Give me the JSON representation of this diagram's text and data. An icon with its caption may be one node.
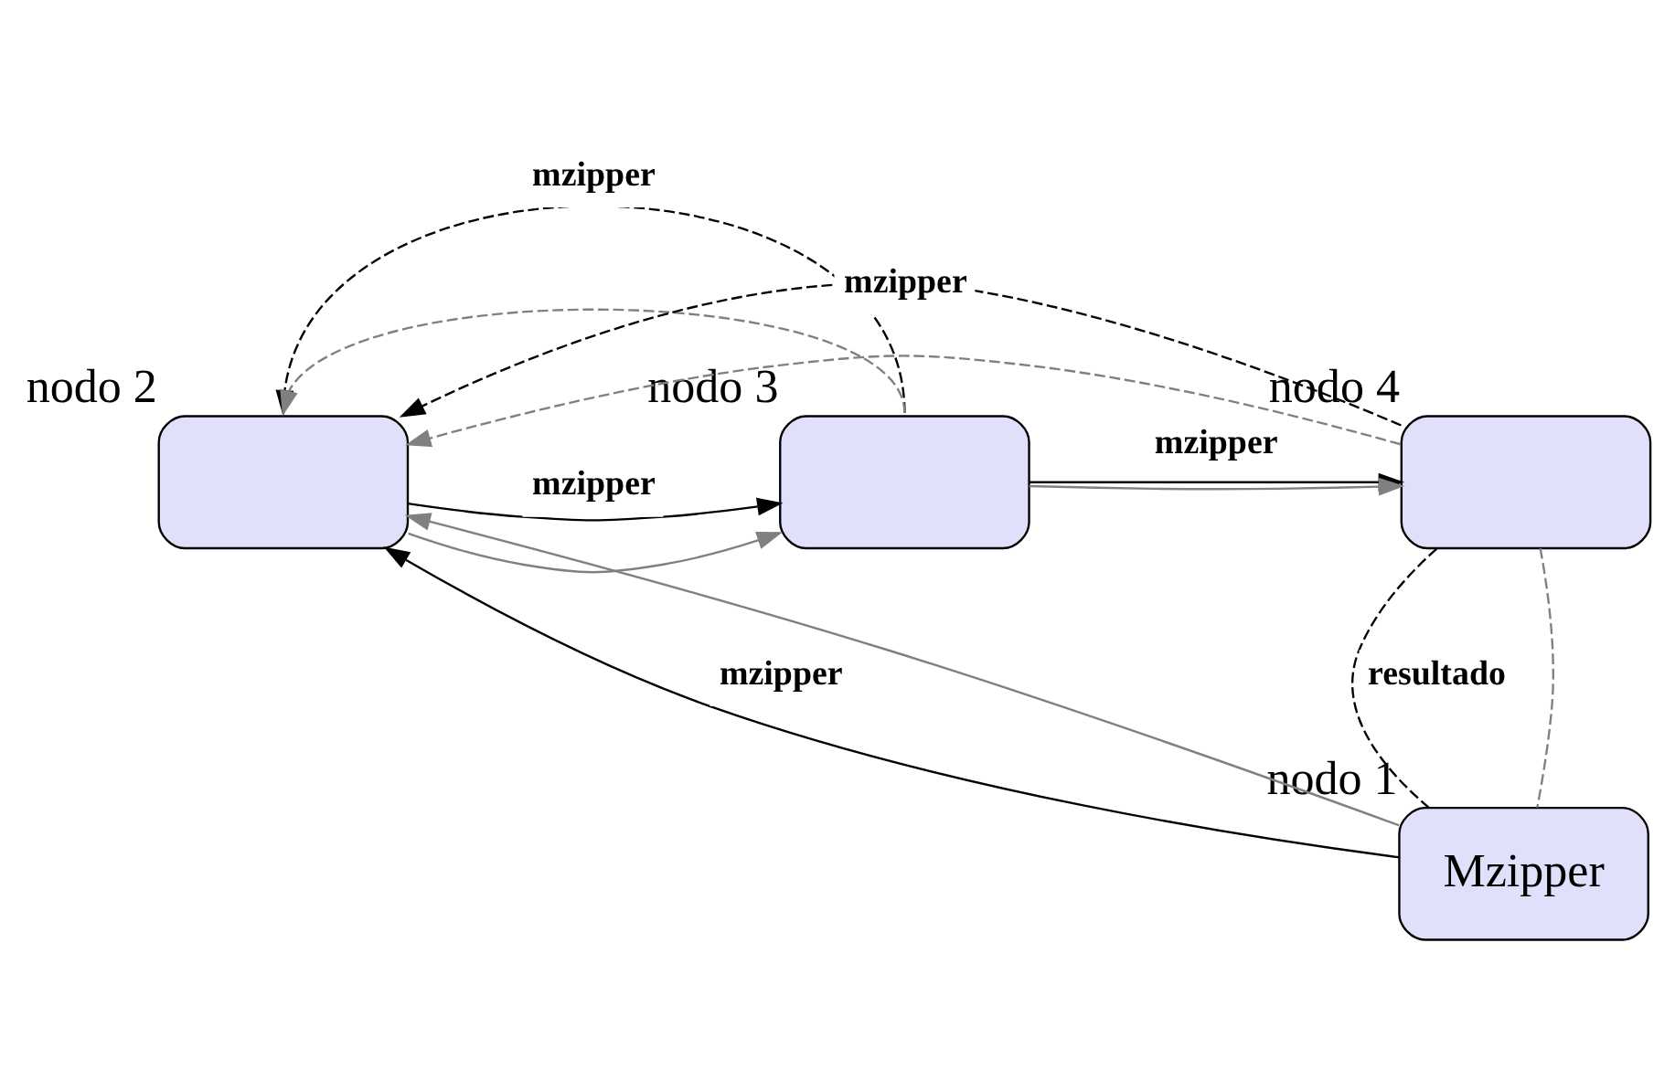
{
  "diagram": {
    "nodes": [
      {
        "text": [],
        "shape": "box",
        "beside": [
          "nodo 2"
        ]
      },
      {
        "text": [],
        "shape": "box",
        "beside": [
          "nodo 3"
        ]
      },
      {
        "text": [],
        "shape": "box",
        "beside": [
          "nodo 4"
        ]
      },
      {
        "text": [
          "Mzipper"
        ],
        "beside": [
          "nodo 1"
        ]
      }
    ],
    "edges": [
      {
        "from": 3,
        "to": 0,
        "arrow": "to",
        "label": "mzipper"
      },
      {
        "from": 3,
        "to": 0,
        "arrow": "to",
        "color": "#808080"
      },
      {
        "from": 0,
        "to": 1,
        "arrow": "to",
        "label": "mzipper"
      },
      {
        "from": 0,
        "to": 1,
        "arrow": "to",
        "color": "#808080"
      },
      {
        "from": 1,
        "to": 2,
        "arrow": "to",
        "label": "mzipper"
      },
      {
        "from": 1,
        "to": 2,
        "arrow": "to",
        "color": "#808080"
      },
      {
        "from": 1,
        "to": 0,
        "arrow": "to",
        "style": "dashed",
        "label": "mzipper"
      },
      {
        "from": 1,
        "to": 0,
        "arrow": "to",
        "style": "dashed",
        "color": "#808080"
      },
      {
        "from": 2,
        "to": 0,
        "arrow": "to",
        "style": "dashed",
        "label": "mzipper"
      },
      {
        "from": 2,
        "to": 0,
        "arrow": "to",
        "style": "dashed",
        "color": "#808080"
      },
      {
        "from": 2,
        "to": 3,
        "arrow": "none",
        "style": "dashed",
        "label": "resultado"
      },
      {
        "from": 2,
        "to": 3,
        "arrow": "none",
        "style": "dashed",
        "color": "#808080"
      }
    ]
  }
}
